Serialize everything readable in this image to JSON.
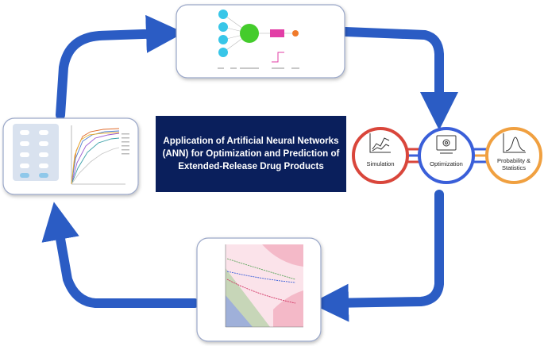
{
  "title": "Application of Artificial Neural Networks (ANN) for Optimization and Prediction of Extended-Release Drug Products",
  "colors": {
    "arrow_blue": "#2b5cc4",
    "title_bg": "#0a1f5c",
    "simulation": "#d9463b",
    "optimization": "#3a5fd9",
    "probability": "#f0a040",
    "neuron_cyan": "#38c6e8",
    "neuron_green": "#44cc2c",
    "neuron_magenta": "#e23ea6",
    "neuron_orange": "#f07a2a"
  },
  "circles": {
    "simulation": {
      "label": "Simulation",
      "icon": "line-chart-icon"
    },
    "optimization": {
      "label": "Optimization",
      "icon": "gear-chart-icon"
    },
    "probability": {
      "label": "Probability & Statistics",
      "icon": "bell-curve-icon"
    }
  }
}
